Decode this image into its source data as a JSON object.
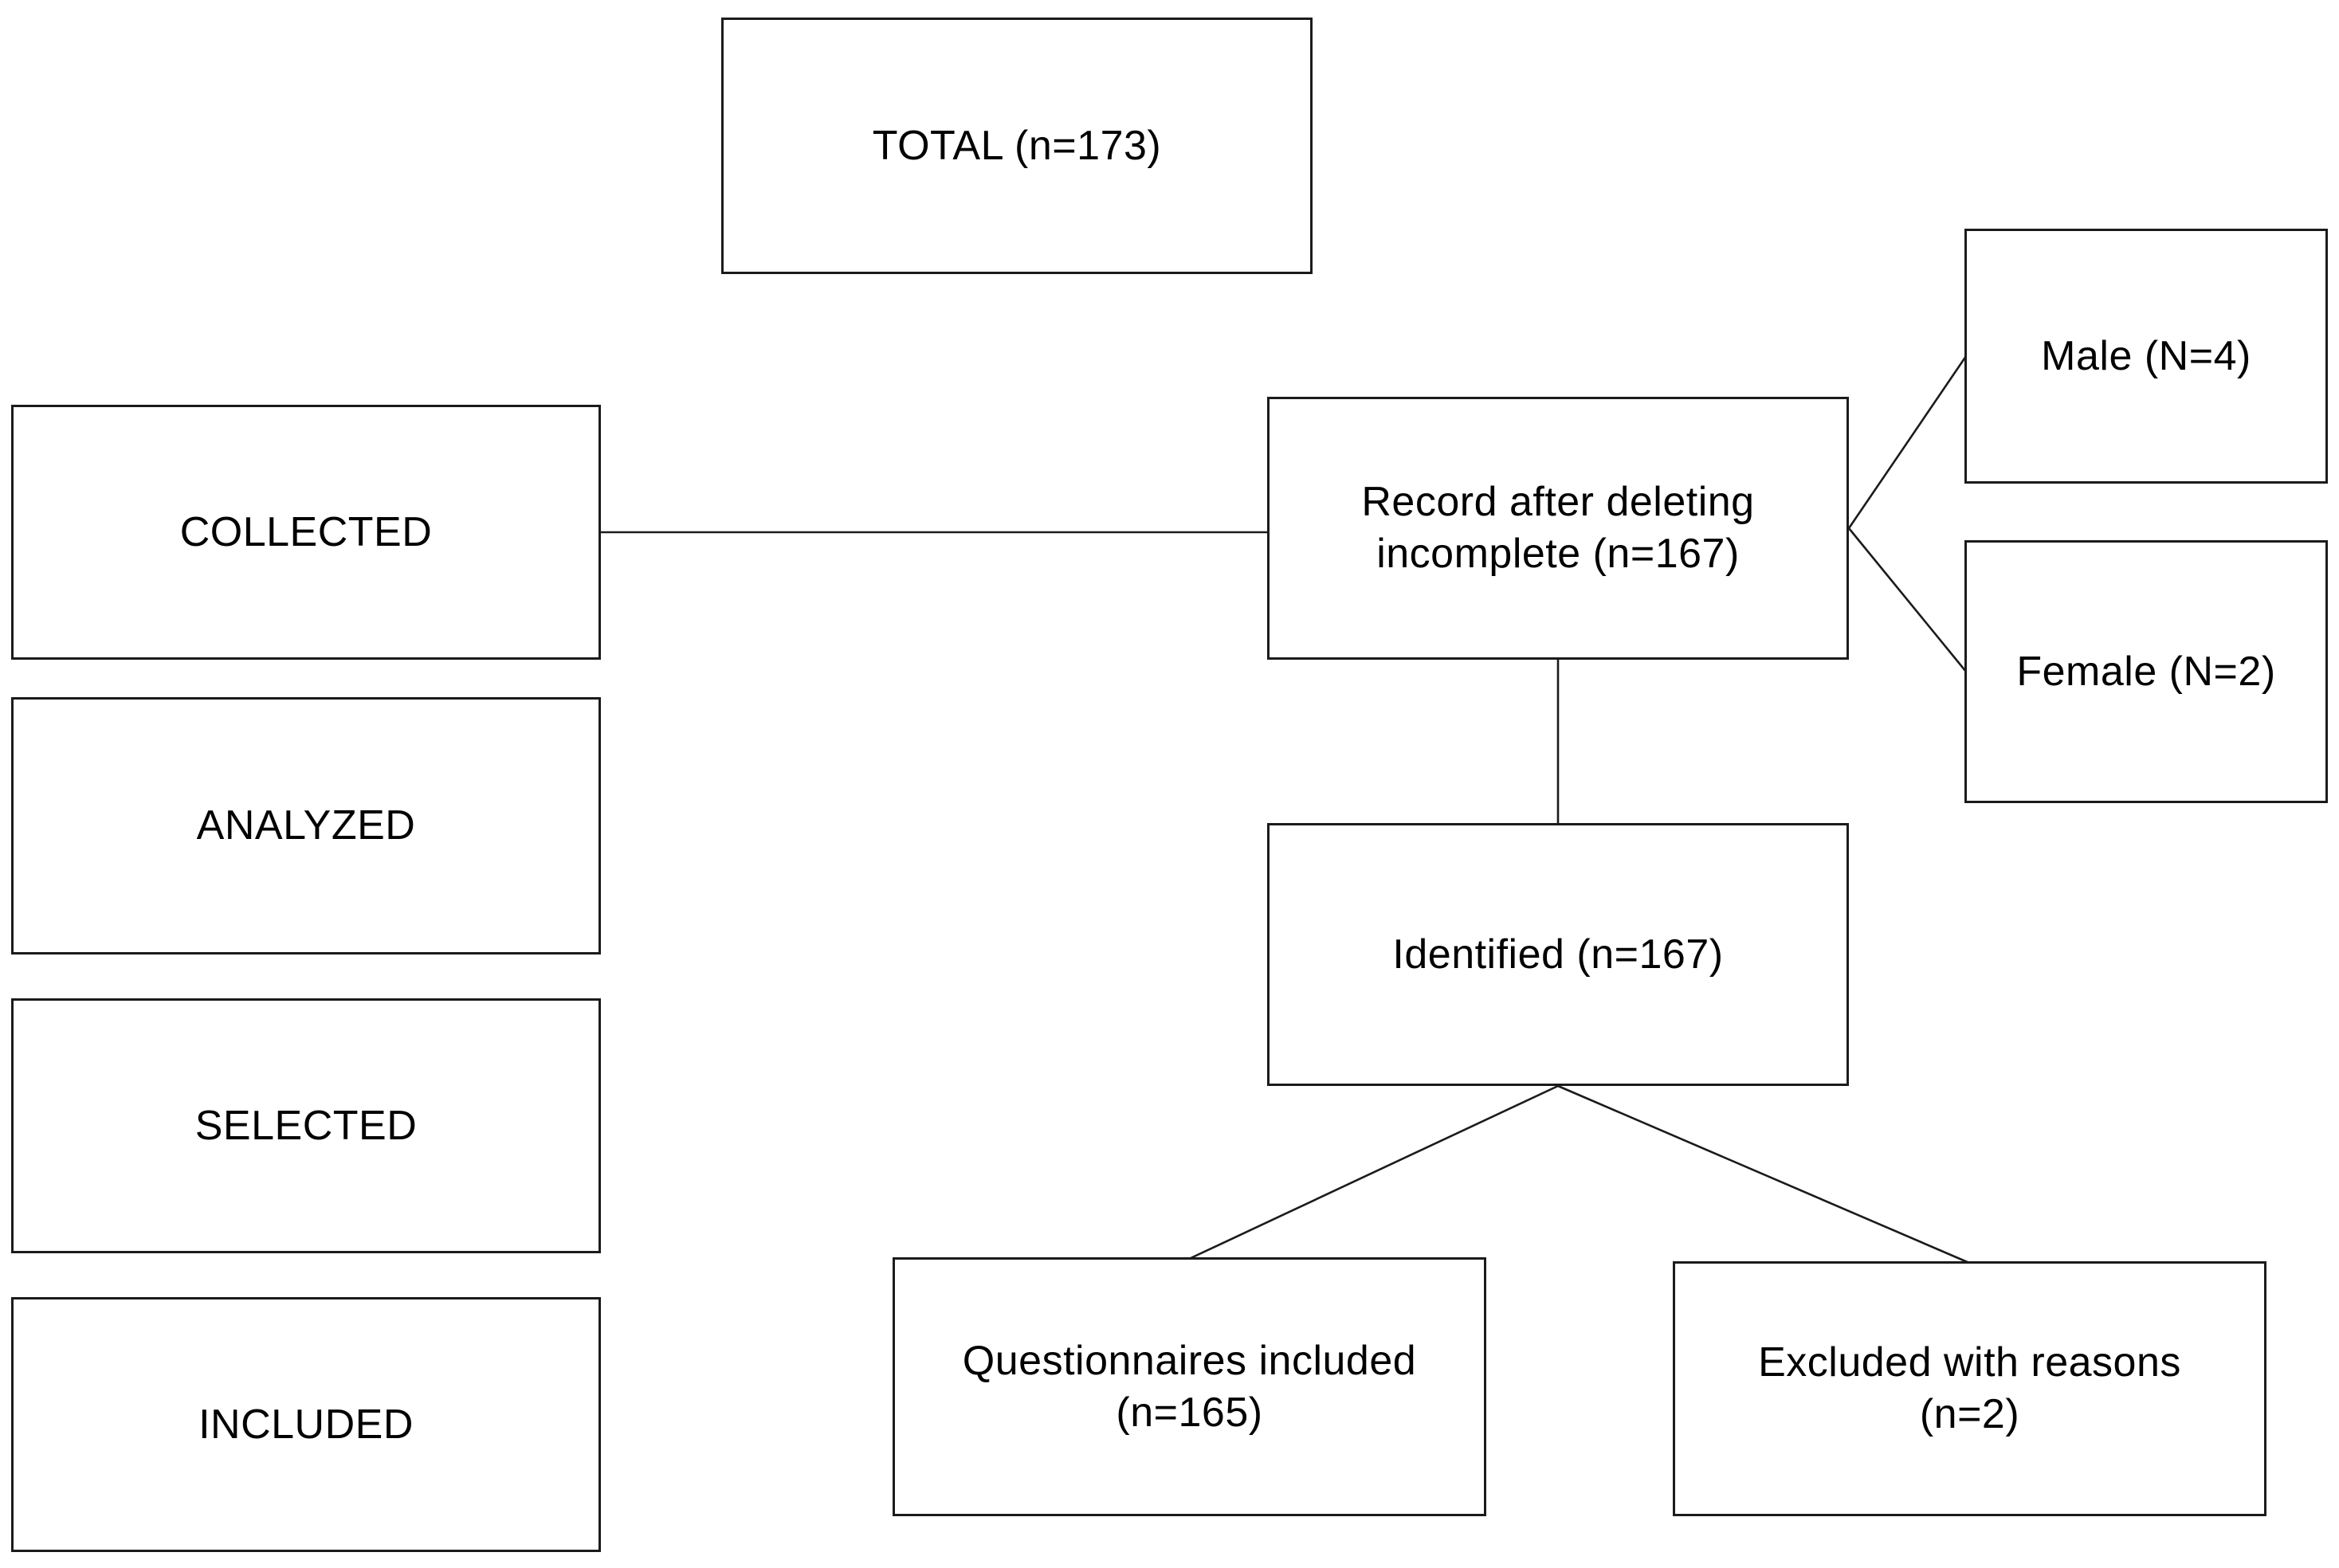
{
  "diagram_type": "flowchart",
  "colors": {
    "background": "#ffffff",
    "border": "#1b1b1b",
    "text": "#000000"
  },
  "nodes": {
    "total": {
      "label": "TOTAL (n=173)"
    },
    "collected": {
      "label": "COLLECTED"
    },
    "analyzed": {
      "label": "ANALYZED"
    },
    "selected": {
      "label": "SELECTED"
    },
    "included": {
      "label": "INCLUDED"
    },
    "record": {
      "line1": "Record after deleting",
      "line2": "incomplete (n=167)"
    },
    "male": {
      "label": "Male (N=4)"
    },
    "female": {
      "label": "Female (N=2)"
    },
    "identified": {
      "label": "Identified (n=167)"
    },
    "questionnaires": {
      "line1": "Questionnaires included",
      "line2": "(n=165)"
    },
    "excluded": {
      "line1": "Excluded with reasons",
      "line2": "(n=2)"
    }
  },
  "edges": [
    {
      "from": "collected",
      "to": "record"
    },
    {
      "from": "record",
      "to": "male"
    },
    {
      "from": "record",
      "to": "female"
    },
    {
      "from": "record",
      "to": "identified"
    },
    {
      "from": "identified",
      "to": "questionnaires"
    },
    {
      "from": "identified",
      "to": "excluded"
    }
  ]
}
